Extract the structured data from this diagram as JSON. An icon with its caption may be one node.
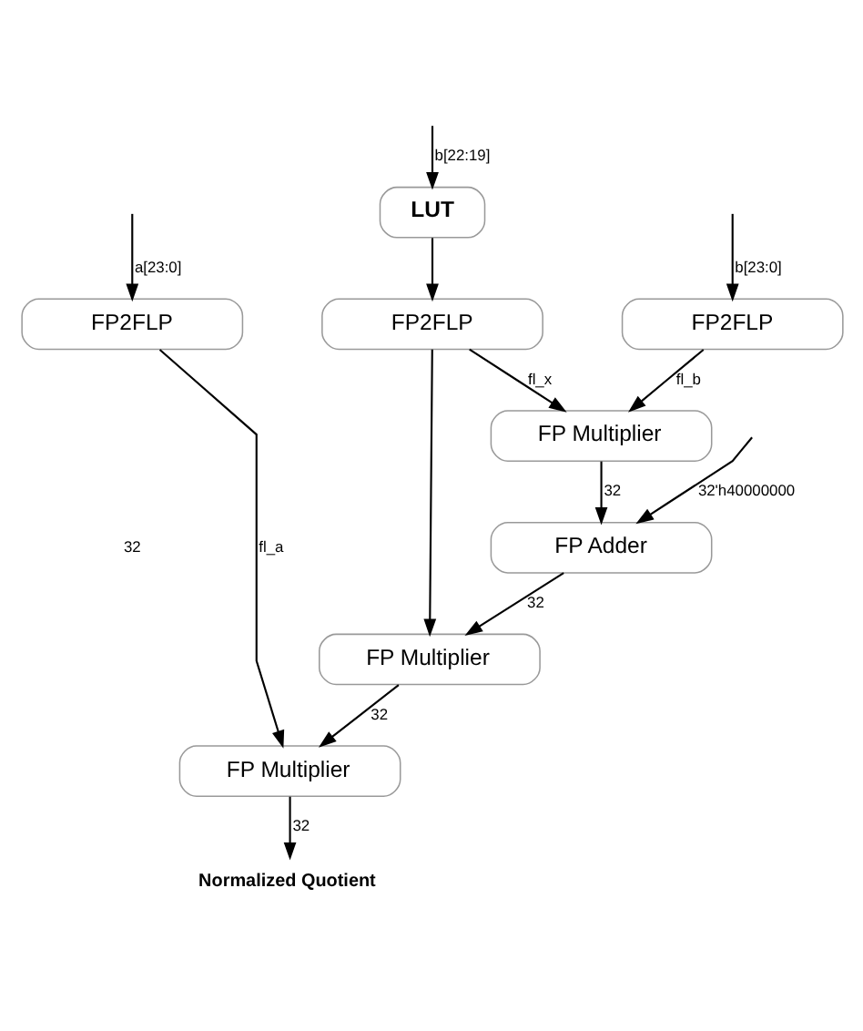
{
  "diagram": {
    "nodes": [
      {
        "text": [
          "LUT"
        ]
      },
      {
        "text": [
          "FP2FLP"
        ]
      },
      {
        "text": [
          "FP2FLP"
        ]
      },
      {
        "text": [
          "FP2FLP"
        ]
      },
      {
        "text": [
          "FP Multiplier"
        ]
      },
      {
        "text": [
          "FP Adder"
        ]
      },
      {
        "text": [
          "FP Multiplier"
        ]
      },
      {
        "text": [
          "FP Multiplier"
        ]
      },
      {
        "text": [
          "Normalized Quotient"
        ]
      }
    ],
    "edges": [
      {
        "from": null,
        "to": 1,
        "arrow": "to",
        "label": "a[23:0]"
      },
      {
        "from": null,
        "to": 0,
        "arrow": "to",
        "label": "b[22:19]"
      },
      {
        "from": null,
        "to": 3,
        "arrow": "to",
        "label": "b[23:0]"
      },
      {
        "from": 0,
        "to": 2,
        "arrow": "to"
      },
      {
        "from": 1,
        "to": 7,
        "arrow": "to",
        "label": "fl_a"
      },
      {
        "from": 2,
        "to": 4,
        "arrow": "to",
        "label": "fl_x"
      },
      {
        "from": 2,
        "to": 6,
        "arrow": "to"
      },
      {
        "from": 3,
        "to": 4,
        "arrow": "to",
        "label": "fl_b"
      },
      {
        "from": null,
        "to": 5,
        "arrow": "to",
        "label": "32'h40000000"
      },
      {
        "from": 4,
        "to": 5,
        "arrow": "to",
        "label": "32"
      },
      {
        "from": 5,
        "to": 6,
        "arrow": "to",
        "label": "32"
      },
      {
        "from": 6,
        "to": 7,
        "arrow": "to",
        "label": "32"
      },
      {
        "from": 7,
        "to": 8,
        "arrow": "to",
        "label": "32"
      }
    ],
    "labels": [
      "32"
    ]
  }
}
